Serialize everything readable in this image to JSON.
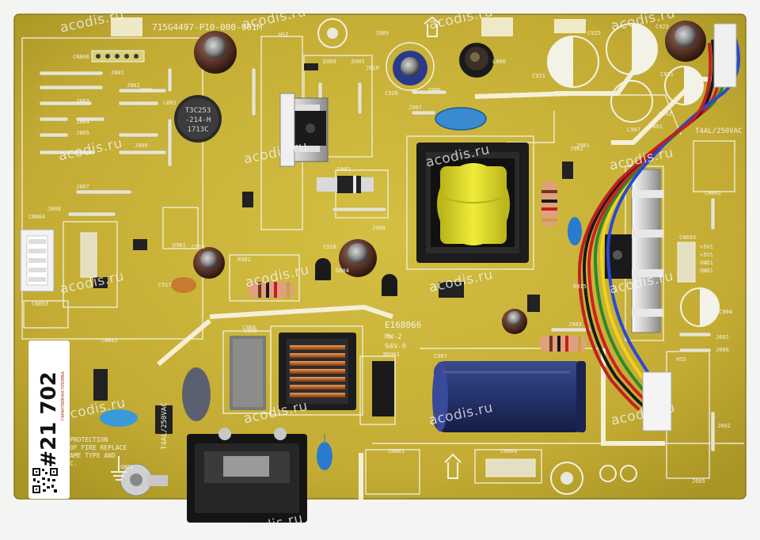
{
  "board": {
    "part_number": "715G4497-P10-000-001M",
    "ul_file": "E168066",
    "ul_rating": "MW-2",
    "flammability": "94V-0",
    "fuse_rating": "T4AL/250VAC",
    "fuse_rating_right": "T4AL/250VAC",
    "protection_note": [
      "PROTECTION",
      "OF FIRE REPLACE",
      "AME TYPE AND",
      "C."
    ],
    "outputs": [
      "+5V1",
      "+5V1",
      "GND1",
      "GND1"
    ]
  },
  "watermarks": [
    "acodis.ru",
    "acodis.ru",
    "acodis.ru",
    "acodis.ru",
    "acodis.ru",
    "acodis.ru",
    "acodis.ru",
    "acodis.ru",
    "acodis.ru",
    "acodis.ru",
    "acodis.ru",
    "acodis.ru",
    "acodis.ru",
    "acodis.ru",
    "acodis.ru",
    "acodis.ru",
    "acodis.ru",
    "acodis.ru"
  ],
  "sticker": {
    "number": "#21 702",
    "side_text": [
      "ГАРАНТИЙНАЯ",
      "ПЛОМБА"
    ]
  },
  "designators": {
    "choke": [
      "T3C253",
      "-214-H",
      "1713C"
    ],
    "refs": [
      "C925",
      "C922",
      "C921",
      "C931",
      "C920",
      "L906",
      "J906",
      "J909",
      "J810",
      "D909",
      "D905",
      "CN806",
      "J801",
      "J802",
      "J803",
      "J804",
      "J805",
      "J806",
      "J807",
      "J808",
      "J809",
      "L801",
      "F902",
      "L907",
      "F801",
      "C808",
      "D901",
      "D902",
      "C916",
      "C917",
      "C918",
      "J908",
      "J902",
      "R915",
      "CN603",
      "CN604",
      "CN601",
      "CN602",
      "C907",
      "BD901",
      "J903",
      "C904",
      "J601",
      "J606",
      "HS5",
      "J602",
      "J605",
      "GND1",
      "C909",
      "R901",
      "D604",
      "J907",
      "J901",
      "CN802",
      "CN803",
      "CN804",
      "HS2"
    ]
  },
  "colors": {
    "pcb": "#c9b43a",
    "pcb_dark": "#a89424",
    "silkscreen": "#f2f2e6",
    "cap_blue": "#27356f",
    "transformer_core": "#1c1c1c",
    "winding_yellow": "#e8e42a"
  }
}
